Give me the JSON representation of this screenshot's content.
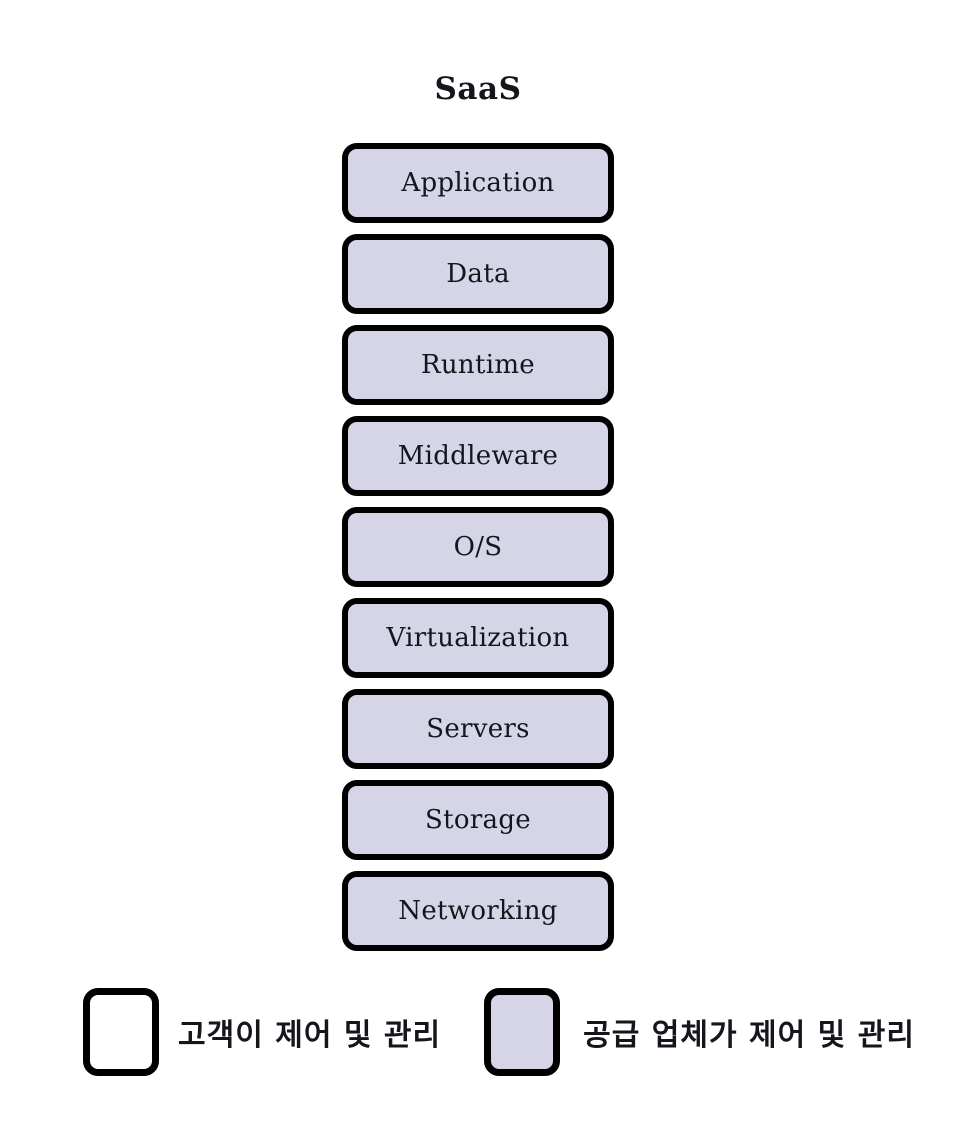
{
  "title": "SaaS",
  "stack": {
    "layers": [
      {
        "label": "Application"
      },
      {
        "label": "Data"
      },
      {
        "label": "Runtime"
      },
      {
        "label": "Middleware"
      },
      {
        "label": "O/S"
      },
      {
        "label": "Virtualization"
      },
      {
        "label": "Servers"
      },
      {
        "label": "Storage"
      },
      {
        "label": "Networking"
      }
    ]
  },
  "legend": {
    "items": [
      {
        "id": "customer",
        "label": "고객이 제어 및 관리",
        "fill": "#ffffff"
      },
      {
        "id": "provider",
        "label": "공급 업체가 제어 및 관리",
        "fill": "#d5d5e7"
      }
    ]
  },
  "colors": {
    "provider_fill": "#d5d5e7",
    "customer_fill": "#ffffff",
    "border": "#000000",
    "text": "#15151c"
  }
}
